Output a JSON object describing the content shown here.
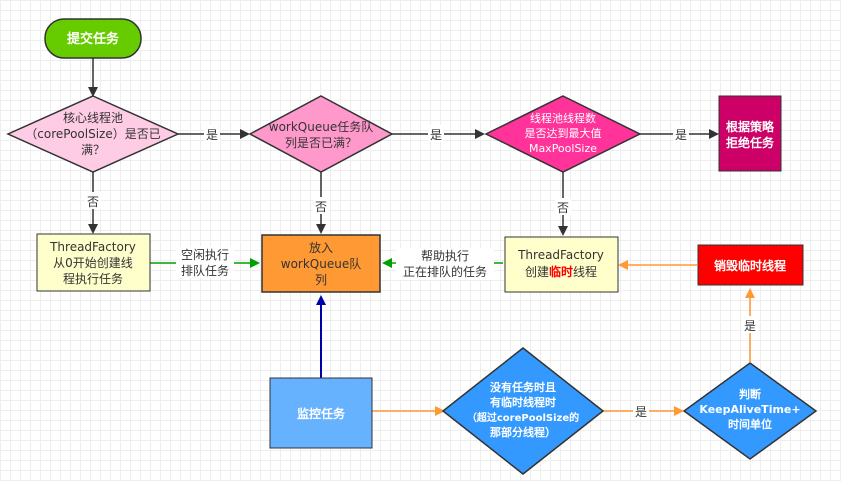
{
  "nodes": {
    "start": {
      "lines": [
        "提交任务"
      ]
    },
    "core_check": {
      "lines": [
        "核心线程池",
        "（corePoolSize）是否已",
        "满？"
      ]
    },
    "queue_check": {
      "lines": [
        "workQueue任务队",
        "列是否已满？"
      ]
    },
    "max_check": {
      "lines": [
        "线程池线程数",
        "是否达到最大值",
        "MaxPoolSize"
      ]
    },
    "reject": {
      "lines": [
        "根据策略",
        "拒绝任务"
      ]
    },
    "tf_core": {
      "lines": [
        "ThreadFactory",
        "从0开始创建线",
        "程执行任务"
      ]
    },
    "enqueue": {
      "lines": [
        "放入",
        "workQueue队",
        "列"
      ]
    },
    "tf_temp": {
      "line1": "ThreadFactory",
      "line2_pre": "创建",
      "line2_hl": "临时",
      "line2_post": "线程"
    },
    "destroy": {
      "lines": [
        "销毁临时线程"
      ]
    },
    "monitor": {
      "lines": [
        "监控任务"
      ]
    },
    "idle_check": {
      "lines": [
        "没有任务时且",
        "有临时线程时",
        "（超过corePoolSize的",
        "那部分线程）"
      ]
    },
    "keepalive": {
      "lines": [
        "判断",
        "KeepAliveTime+",
        "时间单位"
      ]
    }
  },
  "edges": {
    "yes1": "是",
    "yes2": "是",
    "yes3": "是",
    "yes4": "是",
    "yes5": "是",
    "no1": "否",
    "no2": "否",
    "no3": "否",
    "idle": [
      "空闲执行",
      "排队任务"
    ],
    "help": [
      "帮助执行",
      "正在排队的任务"
    ]
  },
  "colors": {
    "green": "#66cc00",
    "pink_light": "#ffcce6",
    "pink_mid": "#ff99cc",
    "pink_hot": "#ff3399",
    "crimson": "#cc0066",
    "yellow": "#ffffcc",
    "orange": "#ff9933",
    "red": "#ff0000",
    "blue_box": "#66b2ff",
    "blue_diamond": "#3399ff"
  }
}
